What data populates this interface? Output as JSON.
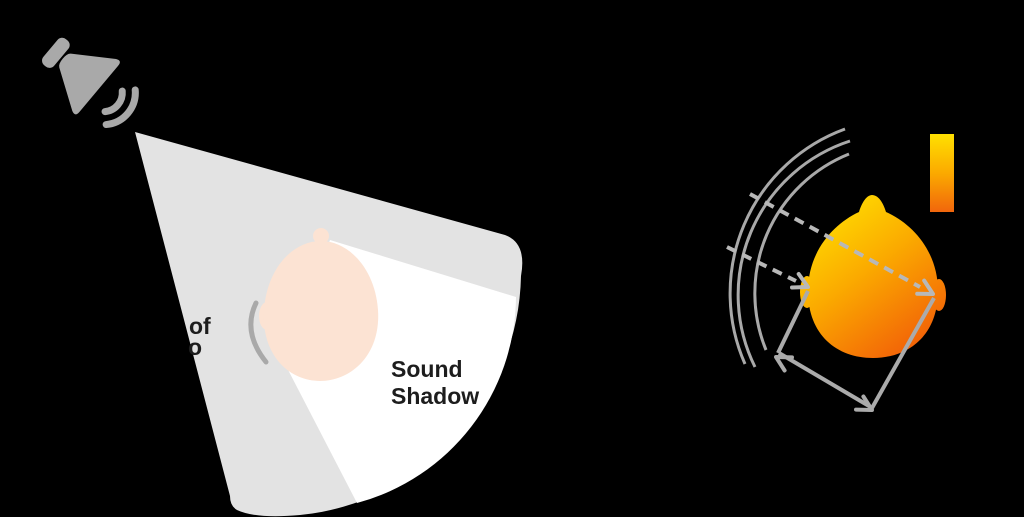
{
  "background": "#000000",
  "left_diagram": {
    "speaker": {
      "icon": "speaker-icon",
      "color": "#a9a9a9"
    },
    "cone": {
      "color": "#e3e3e3",
      "label_fragment_line1": "of",
      "label_fragment_line2": "o"
    },
    "shadow": {
      "color": "#ffffff",
      "label_line1": "Sound",
      "label_line2": "Shadow"
    },
    "head": {
      "color": "#fce3d3",
      "ear_color": "#a9a9a9"
    },
    "text_color": "#1d1d1d"
  },
  "right_diagram": {
    "wavefronts": {
      "icon": "wavefront-arcs-icon",
      "count": 3,
      "color": "#a9a9a9"
    },
    "legend": {
      "icon": "intensity-gradient-legend",
      "top_color": "#ffe000",
      "mid_color": "#fbaa00",
      "bottom_color": "#f1660c"
    },
    "head_gradient": {
      "high": "#ffe000",
      "mid": "#fbaa00",
      "low": "#f15c08"
    },
    "arrows": {
      "dashed_color": "#b8b8b8",
      "solid_color": "#ababab"
    }
  }
}
